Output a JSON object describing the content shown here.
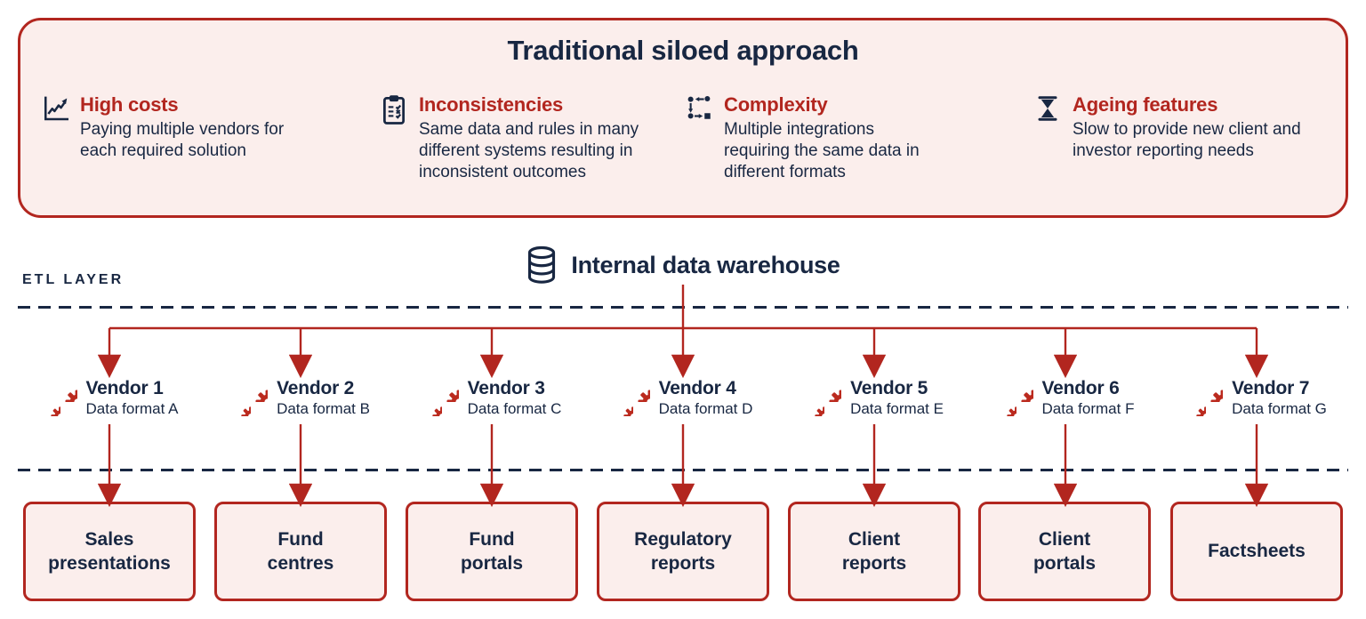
{
  "colors": {
    "red": "#b2261f",
    "navy": "#182742",
    "pink": "#fbeeec"
  },
  "top_panel": {
    "title": "Traditional siloed approach",
    "features": [
      {
        "icon": "line-chart-icon",
        "heading": "High costs",
        "body": "Paying multiple vendors for each required solution"
      },
      {
        "icon": "clipboard-icon",
        "heading": "Inconsistencies",
        "body": "Same data and rules in many different systems resulting in inconsistent outcomes"
      },
      {
        "icon": "integration-icon",
        "heading": "Complexity",
        "body": "Multiple integrations requiring the same data in different formats"
      },
      {
        "icon": "hourglass-icon",
        "heading": "Ageing features",
        "body": "Slow to provide new client and investor reporting needs"
      }
    ]
  },
  "warehouse": {
    "icon": "database-icon",
    "label": "Internal data warehouse"
  },
  "etl_label": "ETL LAYER",
  "vendors": [
    {
      "name": "Vendor 1",
      "format": "Data format A"
    },
    {
      "name": "Vendor 2",
      "format": "Data format B"
    },
    {
      "name": "Vendor 3",
      "format": "Data format C"
    },
    {
      "name": "Vendor 4",
      "format": "Data format D"
    },
    {
      "name": "Vendor 5",
      "format": "Data format E"
    },
    {
      "name": "Vendor 6",
      "format": "Data format F"
    },
    {
      "name": "Vendor 7",
      "format": "Data format G"
    }
  ],
  "outputs": [
    {
      "label": "Sales presentations",
      "lines": [
        "Sales",
        "presentations"
      ]
    },
    {
      "label": "Fund centres",
      "lines": [
        "Fund",
        "centres"
      ]
    },
    {
      "label": "Fund portals",
      "lines": [
        "Fund",
        "portals"
      ]
    },
    {
      "label": "Regulatory reports",
      "lines": [
        "Regulatory",
        "reports"
      ]
    },
    {
      "label": "Client reports",
      "lines": [
        "Client",
        "reports"
      ]
    },
    {
      "label": "Client portals",
      "lines": [
        "Client",
        "portals"
      ]
    },
    {
      "label": "Factsheets",
      "lines": [
        "Factsheets"
      ]
    }
  ]
}
